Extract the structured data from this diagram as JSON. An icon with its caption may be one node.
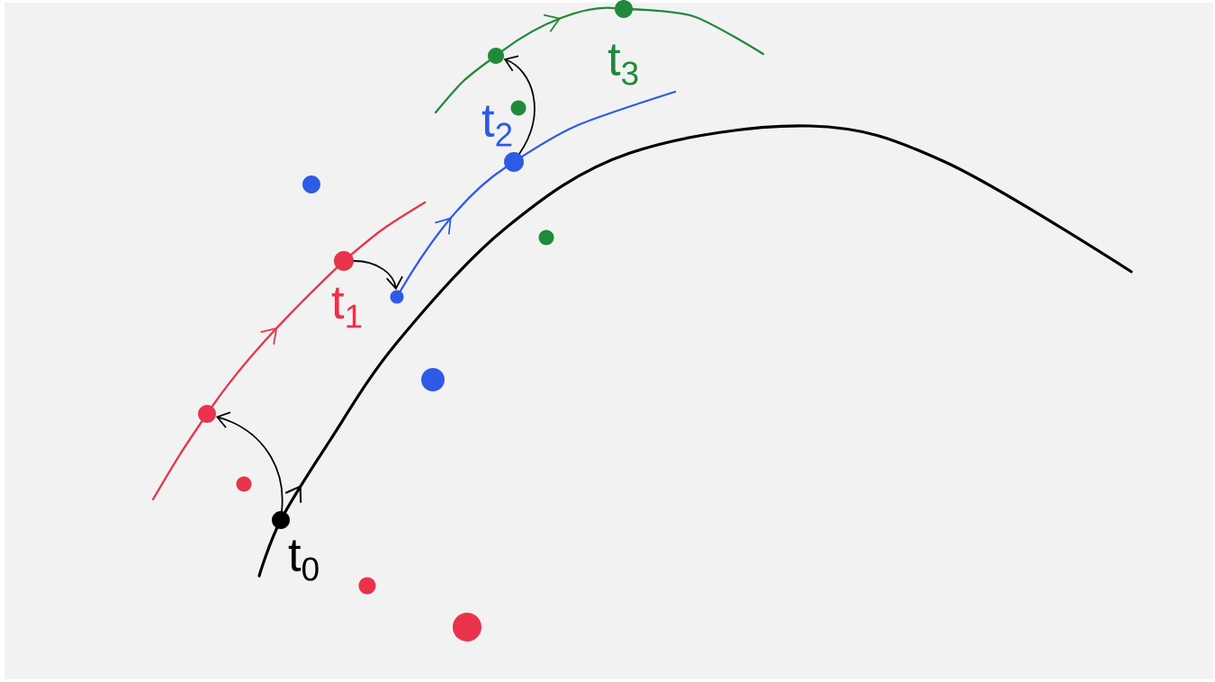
{
  "diagram": {
    "nodes": [
      {
        "text": [],
        "shape": "circle",
        "beside": [
          "t$_{3}$"
        ]
      },
      {
        "text": [],
        "shape": "circle"
      },
      {
        "text": [],
        "shape": "circle"
      },
      {
        "text": [],
        "shape": "circle",
        "beside": [
          "t$_{2}$"
        ]
      },
      {
        "text": [],
        "shape": "circle"
      },
      {
        "text": [],
        "shape": "circle"
      },
      {
        "text": [],
        "shape": "circle",
        "beside": [
          "t$_{1}$"
        ]
      },
      {
        "text": [],
        "shape": "circle"
      },
      {
        "text": [],
        "shape": "circle"
      },
      {
        "text": [],
        "shape": "circle"
      },
      {
        "text": [],
        "shape": "circle"
      },
      {
        "text": [],
        "shape": "circle",
        "beside": [
          "t$_{0}$"
        ]
      },
      {
        "text": [],
        "shape": "circle"
      },
      {
        "text": [],
        "shape": "circle"
      }
    ],
    "edges": [
      {
        "from": 11,
        "to": 9,
        "arrow": "to"
      },
      {
        "from": 6,
        "to": 7,
        "arrow": "to"
      },
      {
        "from": 3,
        "to": 1,
        "arrow": "to"
      },
      {
        "from": 9,
        "to": 6,
        "arrow": "to",
        "color": "#e8334a"
      },
      {
        "from": 7,
        "to": 3,
        "arrow": "to",
        "color": "#2e5be6"
      },
      {
        "from": 1,
        "to": 0,
        "arrow": "to",
        "color": "#1e8a3a"
      }
    ]
  }
}
